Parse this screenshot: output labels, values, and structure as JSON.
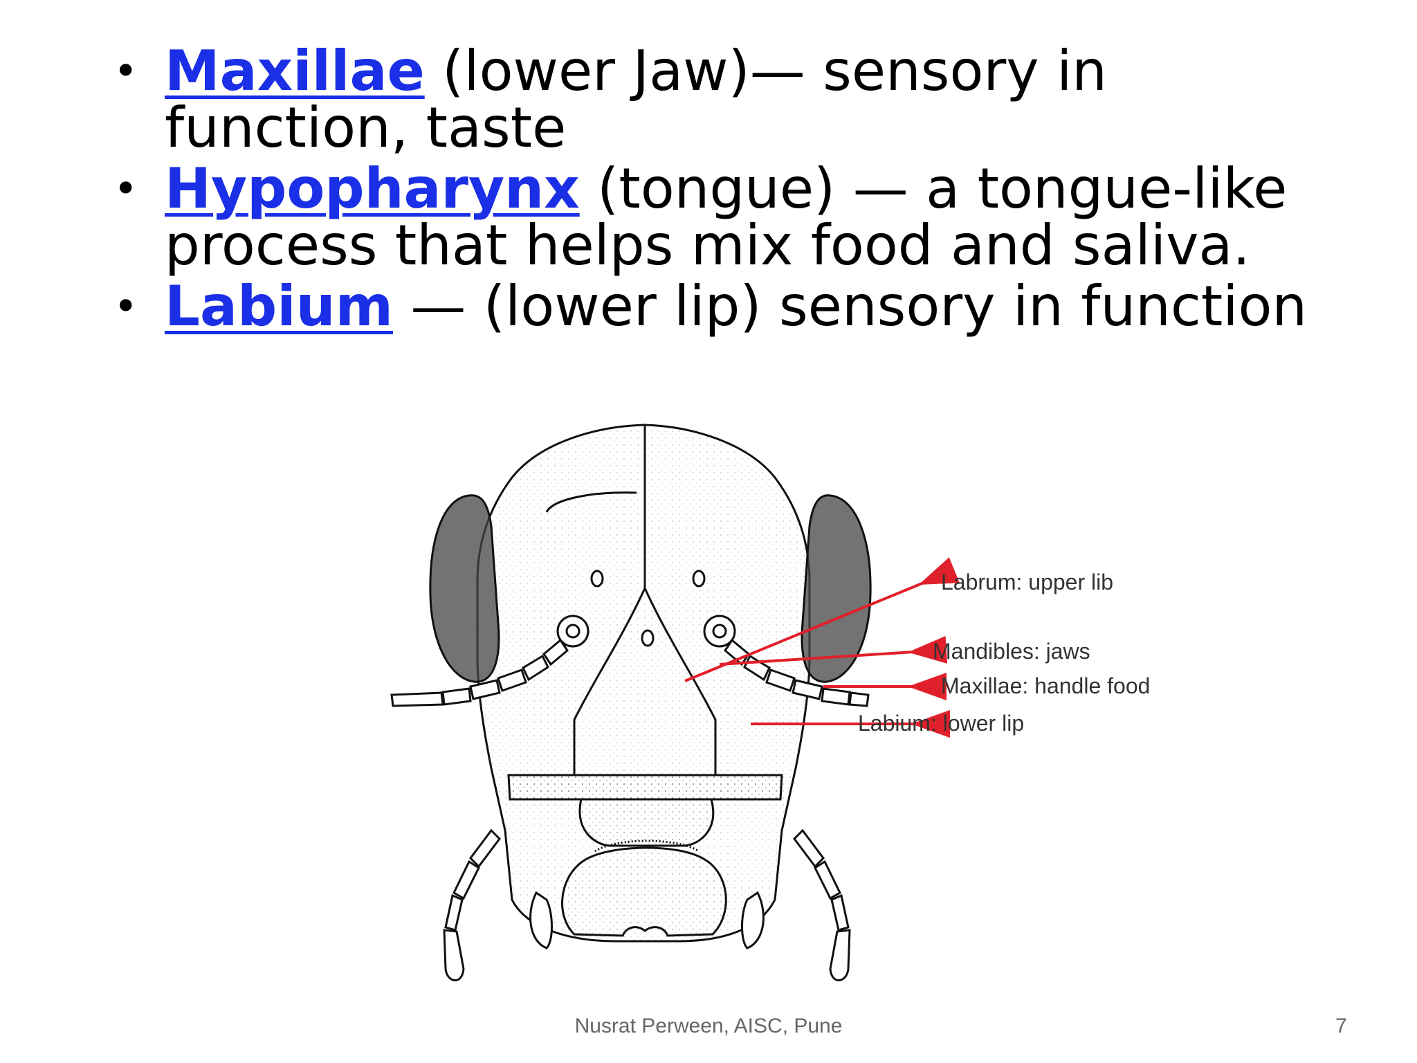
{
  "bullets": [
    {
      "term": "Maxillae",
      "text": " (lower Jaw)— sensory in function, taste"
    },
    {
      "term": "Hypopharynx",
      "text": " (tongue) — a tongue-like process that helps mix food and saliva."
    },
    {
      "term": "Labium",
      "text": " — (lower lip) sensory in function"
    }
  ],
  "diagram": {
    "labels": {
      "labrum": "Labrum: upper lib",
      "mandibles": "Mandibles: jaws",
      "maxillae": "Maxillae: handle food",
      "labium": "Labium: lower lip"
    },
    "arrow_color": "#e0202a"
  },
  "footer": {
    "author": "Nusrat Perween, AISC, Pune",
    "page": "7"
  }
}
